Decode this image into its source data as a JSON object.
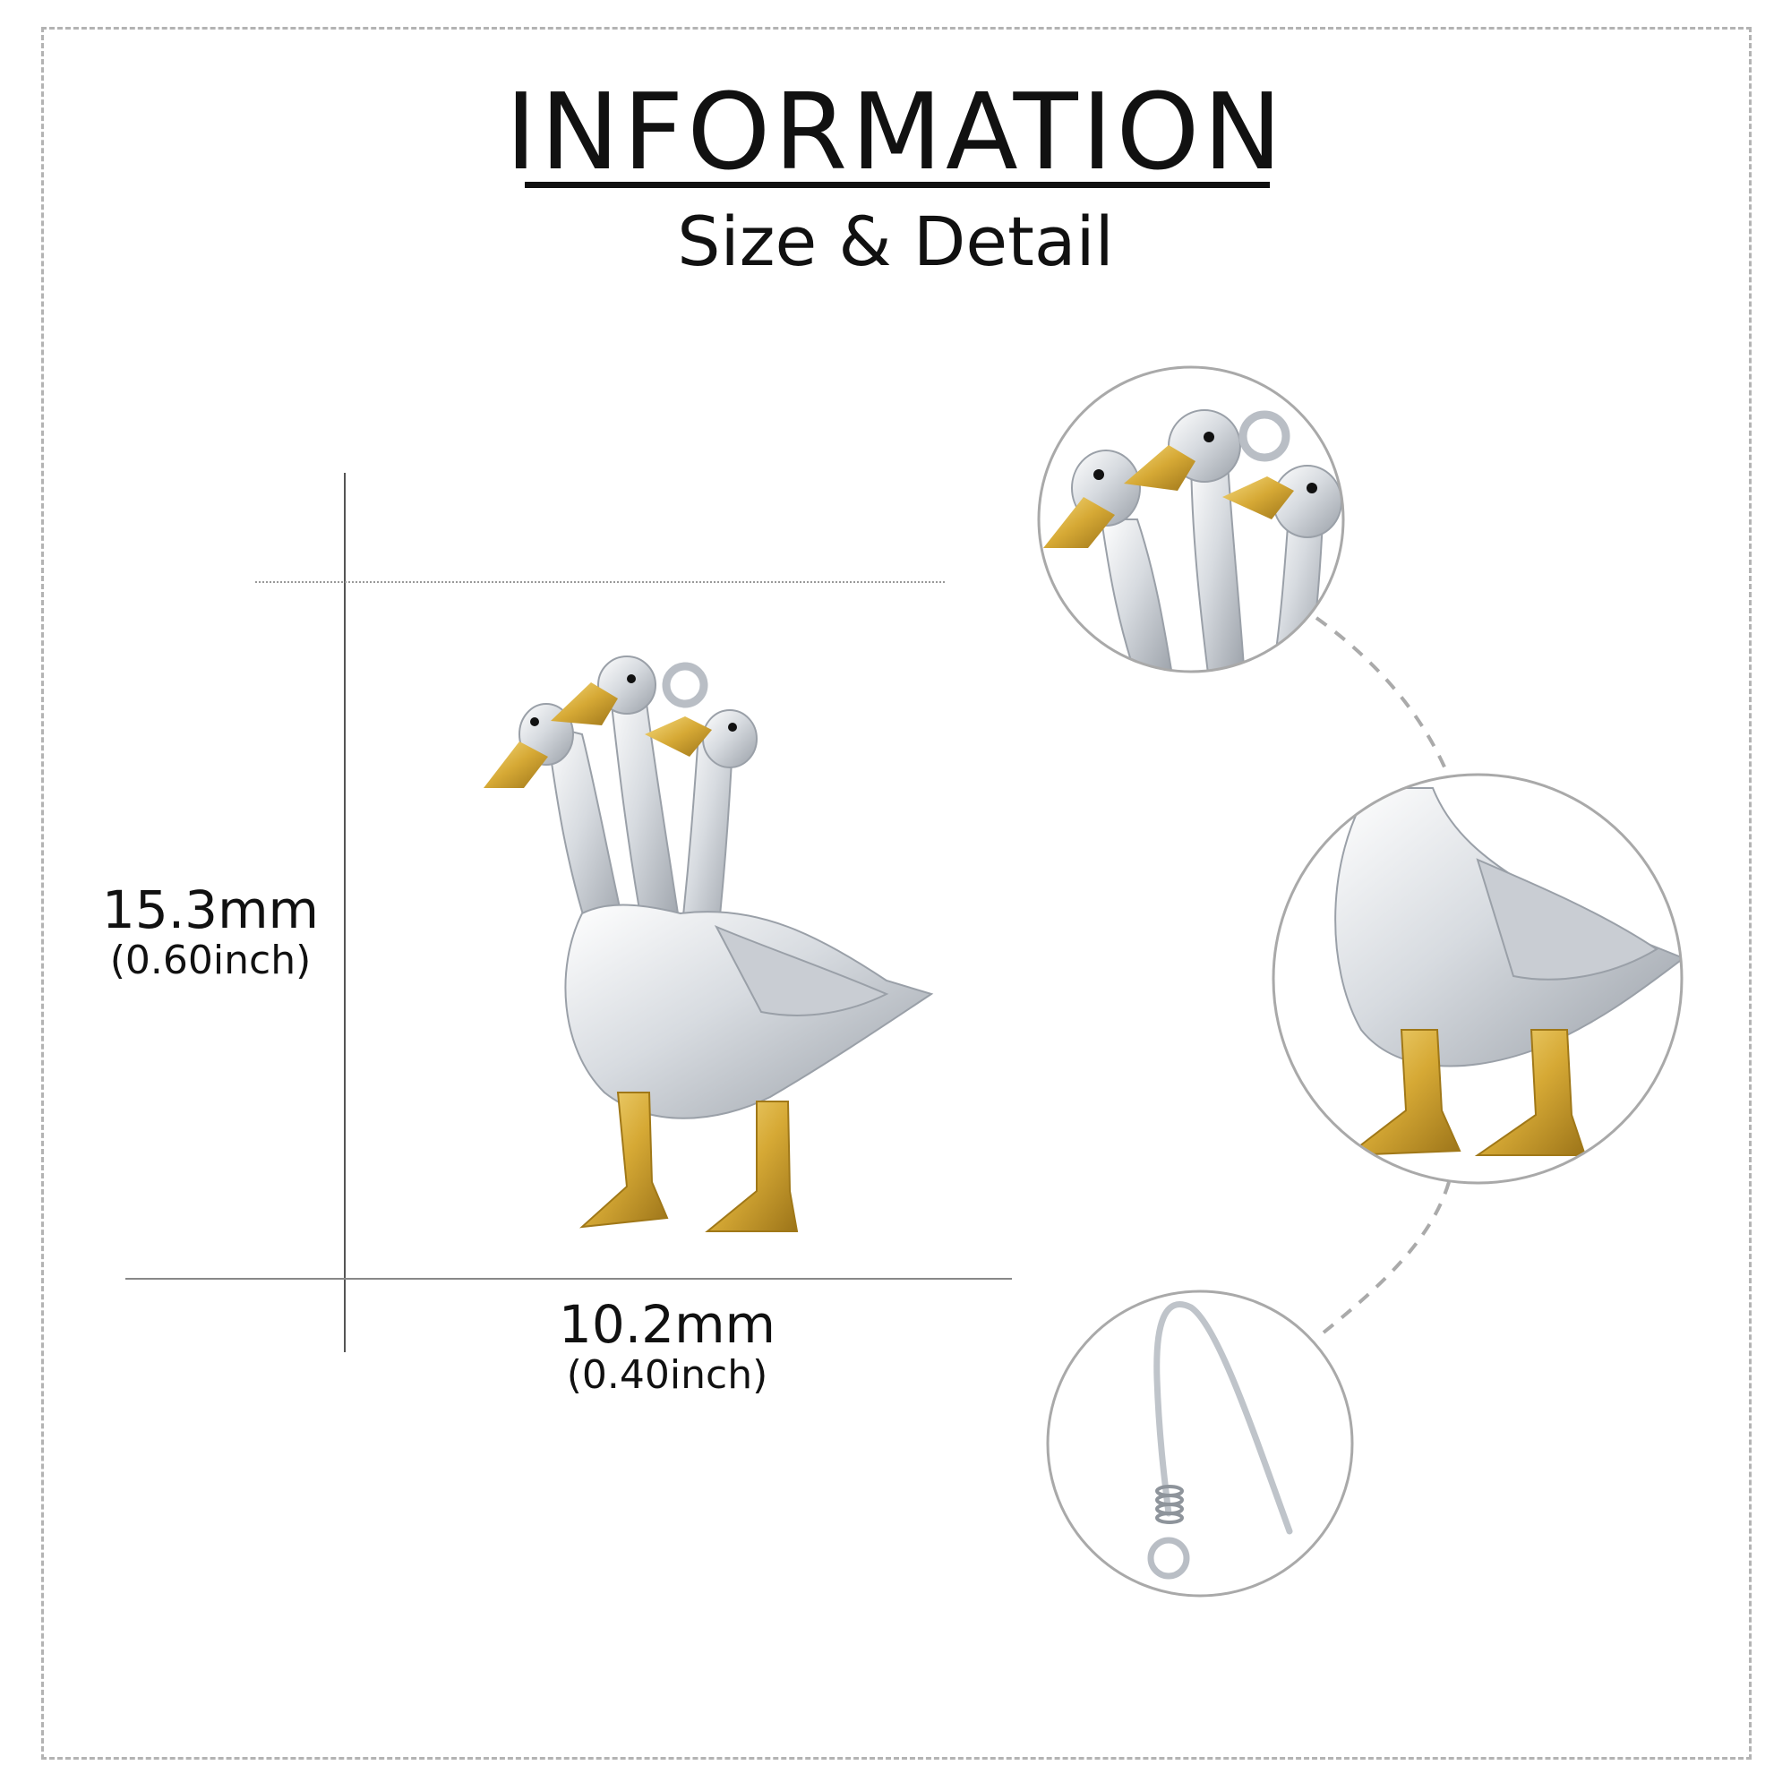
{
  "header": {
    "title": "INFORMATION",
    "subtitle": "Size & Detail"
  },
  "dimensions": {
    "height_mm": "15.3mm",
    "height_inch": "(0.60inch)",
    "width_mm": "10.2mm",
    "width_inch": "(0.40inch)"
  },
  "colors": {
    "silver": "#d9dde2",
    "gold": "#d6a935",
    "frame": "#b3b3b3"
  },
  "detail_views": [
    "goose-heads-closeup",
    "goose-body-feet-closeup",
    "ear-wire-hook-closeup"
  ]
}
